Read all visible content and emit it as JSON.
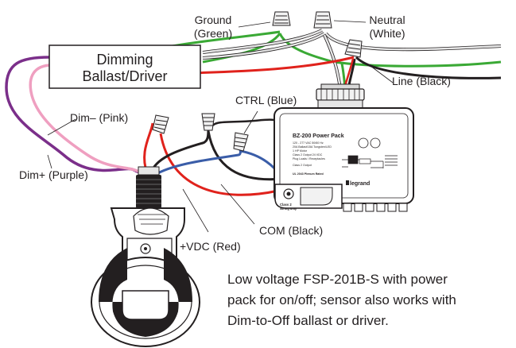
{
  "labels": {
    "ground_line1": "Ground",
    "ground_line2": "(Green)",
    "neutral_line1": "Neutral",
    "neutral_line2": "(White)",
    "ballast_line1": "Dimming",
    "ballast_line2": "Ballast/Driver",
    "line_black": "Line (Black)",
    "ctrl_blue": "CTRL (Blue)",
    "dim_minus": "Dim– (Pink)",
    "dim_plus": "Dim+ (Purple)",
    "com_black": "COM (Black)",
    "vdc_red": "+VDC (Red)"
  },
  "power_pack": {
    "title": "BZ-200 Power Pack",
    "spec_lines": [
      "120 - 277 VAC 50/60 Hz",
      "20A Ballast/15A Tungsten/LED",
      "1 HP Motor",
      "Class 2 Output 24 VDC",
      "Plug Loads / Receptacles"
    ],
    "class2_output": "Class 2 Output",
    "ul_note": "UL 2043 Plenum Rated",
    "brand": "legrand",
    "jack_label_line1": "Class 2",
    "jack_label_line2": "wiring only"
  },
  "caption": {
    "line1": "Low voltage FSP-201B-S with power",
    "line2": "pack for on/off; sensor also works with",
    "line3": "Dim-to-Off ballast or driver."
  },
  "colors": {
    "ground": "#3aa935",
    "neutral": "#b7b7b7",
    "line": "#231f20",
    "red": "#e0221c",
    "blue": "#3a5da8",
    "pink": "#ef9fc0",
    "purple": "#7b2f8a",
    "outline": "#231f20"
  }
}
